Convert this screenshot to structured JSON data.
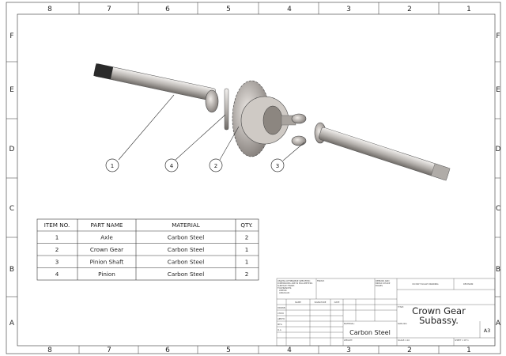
{
  "zones": {
    "columns": [
      "8",
      "7",
      "6",
      "5",
      "4",
      "3",
      "2",
      "1"
    ],
    "rows": [
      "F",
      "E",
      "D",
      "C",
      "B",
      "A"
    ]
  },
  "bom": {
    "headers": [
      "ITEM NO.",
      "PART NAME",
      "MATERIAL",
      "QTY."
    ],
    "rows": [
      [
        "1",
        "Axle",
        "Carbon Steel",
        "2"
      ],
      [
        "2",
        "Crown Gear",
        "Carbon Steel",
        "1"
      ],
      [
        "3",
        "Pinion Shaft",
        "Carbon Steel",
        "1"
      ],
      [
        "4",
        "Pinion",
        "Carbon Steel",
        "2"
      ]
    ]
  },
  "balloons": [
    "1",
    "4",
    "2",
    "3"
  ],
  "title_block": {
    "unless": [
      "UNLESS OTHERWISE SPECIFIED:",
      "DIMENSIONS ARE IN MILLIMETERS",
      "SURFACE FINISH:",
      "TOLERANCES:",
      "  LINEAR:",
      "  ANGULAR:"
    ],
    "finish": "FINISH:",
    "deburr": [
      "DEBURR AND",
      "BREAK SHARP",
      "EDGES"
    ],
    "do_not_scale": "DO NOT SCALE DRAWING",
    "revision": "REVISION",
    "name": "NAME",
    "signature": "SIGNATURE",
    "date": "DATE",
    "roles": [
      "DRAWN",
      "CHK'D",
      "APPV'D",
      "MFG",
      "Q.A"
    ],
    "title_label": "TITLE:",
    "title_line1": "Crown Gear",
    "title_line2": "Subassy.",
    "material_label": "MATERIAL:",
    "material": "Carbon Steel",
    "dwg_label": "DWG NO.",
    "size": "A3",
    "weight_label": "WEIGHT:",
    "scale": "SCALE:1:10",
    "sheet": "SHEET 1 OF 1"
  }
}
